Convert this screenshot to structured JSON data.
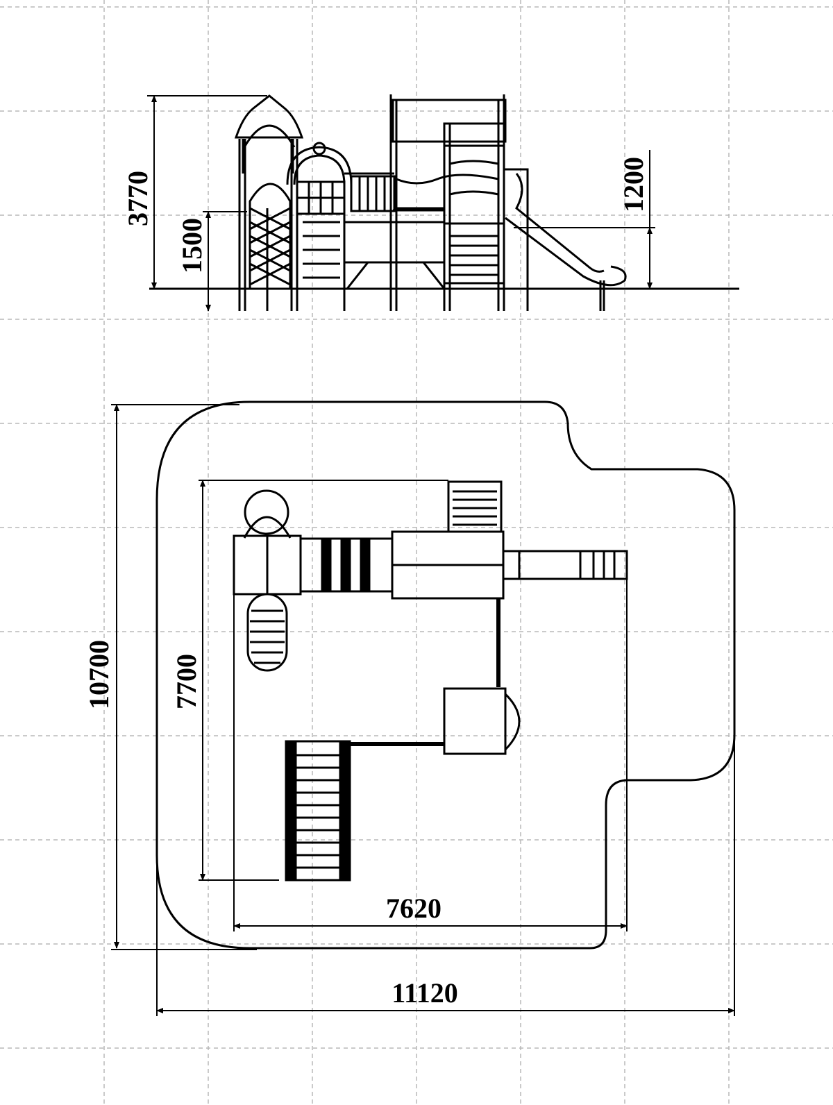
{
  "dimensions": {
    "side_total_height": "3770",
    "side_platform_height": "1500",
    "side_slide_height": "1200",
    "plan_outer_depth": "10700",
    "plan_inner_depth": "7700",
    "plan_inner_width": "7620",
    "plan_outer_width": "11120"
  },
  "colors": {
    "line": "#000000",
    "grid": "#b8b8b8",
    "background": "#ffffff"
  }
}
